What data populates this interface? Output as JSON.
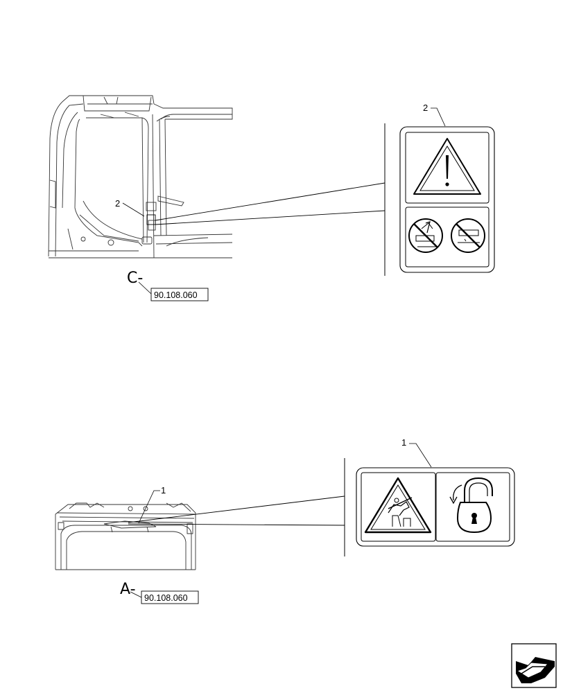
{
  "views": [
    {
      "id": "C",
      "view_letter": "C-",
      "reference": "90.108.060",
      "callout_number": "2",
      "decal_callout_number": "2",
      "decal": "warning-triangle-with-no-step-prohibitions"
    },
    {
      "id": "A",
      "view_letter": "A-",
      "reference": "90.108.060",
      "callout_number": "1",
      "decal_callout_number": "1",
      "decal": "crush-hazard-triangle-with-lock-symbol"
    }
  ],
  "icons": {
    "navigation": "next-page-arrow-icon"
  },
  "colors": {
    "line": "#000000",
    "drawing": "#333333",
    "background": "#ffffff"
  }
}
